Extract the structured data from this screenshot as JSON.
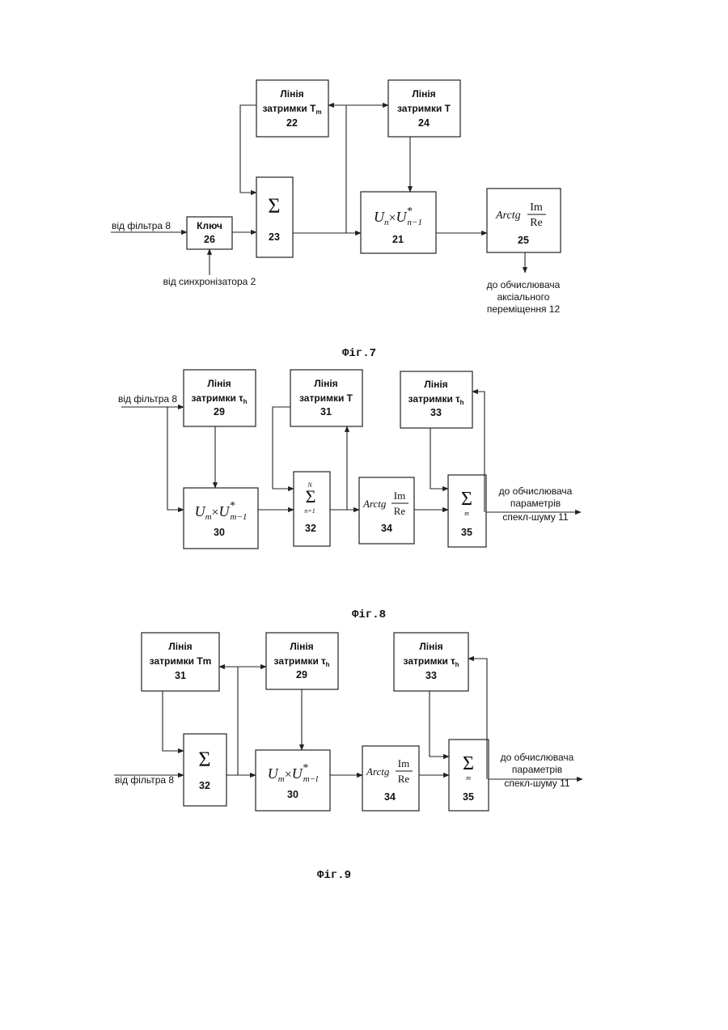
{
  "fig7": {
    "caption": "Фіг.7",
    "box22": {
      "l1": "Лінія",
      "l2": "затримки T",
      "sub": "m",
      "num": "22"
    },
    "box24": {
      "l1": "Лінія",
      "l2": "затримки Т",
      "num": "24"
    },
    "box23": {
      "sym": "Σ",
      "num": "23"
    },
    "box21": {
      "U": "U",
      "sub1": "n",
      "times": "×",
      "sub2": "n−1",
      "star": "*",
      "num": "21"
    },
    "box25": {
      "arc": "Arctg",
      "num_top": "Im",
      "den": "Re",
      "num": "25"
    },
    "box26": {
      "l1": "Ключ",
      "num": "26"
    },
    "in_filter": "від фільтра 8",
    "in_sync": "від синхронізатора 2",
    "out": [
      "до обчислювача",
      "аксіального",
      "переміщення 12"
    ]
  },
  "fig8": {
    "caption": "Фіг.8",
    "box29": {
      "l1": "Лінія",
      "l2": "затримки τ",
      "sub": "h",
      "num": "29"
    },
    "box31": {
      "l1": "Лінія",
      "l2": "затримки Т",
      "num": "31"
    },
    "box33": {
      "l1": "Лінія",
      "l2": "затримки τ",
      "sub": "h",
      "num": "33"
    },
    "box30": {
      "U": "U",
      "sub1": "m",
      "times": "×",
      "sub2": "m−1",
      "star": "*",
      "num": "30"
    },
    "box32": {
      "sym": "Σ",
      "top": "N",
      "bottom": "n=1",
      "num": "32"
    },
    "box34": {
      "arc": "Arctg",
      "num_top": "Im",
      "den": "Re",
      "num": "34"
    },
    "box35": {
      "sym": "Σ",
      "bottom": "m",
      "num": "35"
    },
    "in_filter": "від фільтра 8",
    "out": [
      "до обчислювача",
      "параметрів",
      "спекл-шуму 11"
    ]
  },
  "fig9": {
    "caption": "Фіг.9",
    "box31": {
      "l1": "Лінія",
      "l2": "затримки Tm",
      "num": "31"
    },
    "box29": {
      "l1": "Лінія",
      "l2": "затримки τ",
      "sub": "h",
      "num": "29"
    },
    "box33": {
      "l1": "Лінія",
      "l2": "затримки τ",
      "sub": "h",
      "num": "33"
    },
    "box32": {
      "sym": "Σ",
      "num": "32"
    },
    "box30": {
      "U": "U",
      "sub1": "m",
      "times": "×",
      "sub2": "m−l",
      "star": "*",
      "num": "30"
    },
    "box34": {
      "arc": "Arctg",
      "num_top": "Im",
      "den": "Re",
      "num": "34"
    },
    "box35": {
      "sym": "Σ",
      "bottom": "m",
      "num": "35"
    },
    "in_filter": "від фільтра 8",
    "out": [
      "до обчислювача",
      "параметрів",
      "спекл-шуму 11"
    ]
  }
}
